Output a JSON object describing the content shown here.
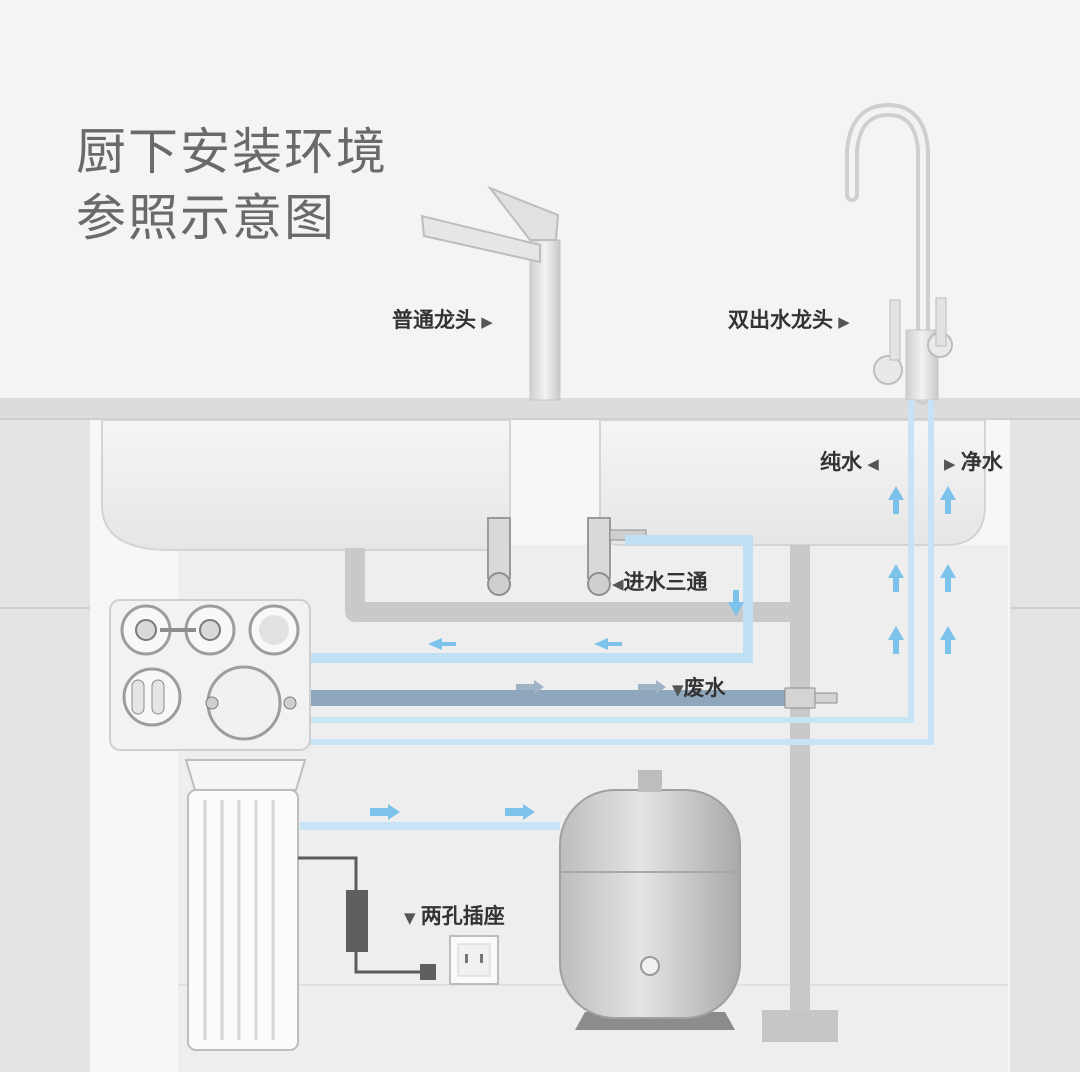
{
  "title": {
    "line1": "厨下安装环境",
    "line2": "参照示意图"
  },
  "labels": {
    "regular_faucet": "普通龙头",
    "dual_outlet_faucet": "双出水龙头",
    "pure_water": "纯水",
    "clean_water": "净水",
    "inlet_tee": "进水三通",
    "waste_water": "废水",
    "two_pin_socket": "两孔插座"
  },
  "colors": {
    "pure_line": "#c7e3f5",
    "waste_line": "#8fa7bd",
    "arrow": "#7cc2ea",
    "cabinet": "#e9e9e9",
    "steel": "#d6d6d6"
  }
}
